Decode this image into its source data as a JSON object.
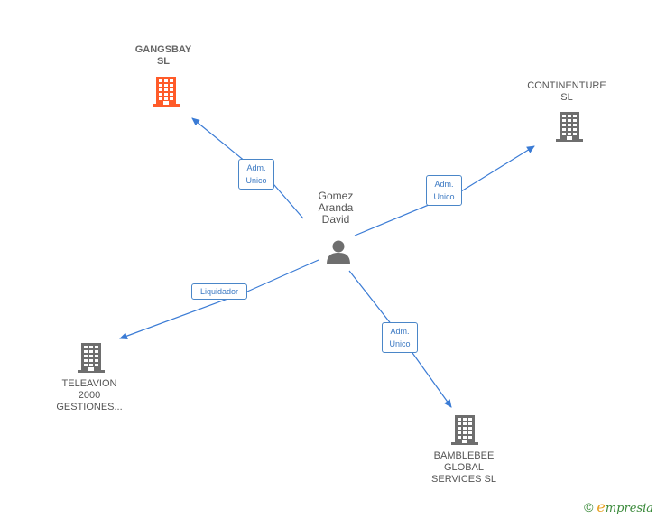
{
  "colors": {
    "edge": "#3a7bd5",
    "building_main": "#ff5b29",
    "building": "#6e6e6e",
    "person": "#6e6e6e"
  },
  "center": {
    "lines": [
      "Gomez",
      "Aranda",
      "David"
    ],
    "icon": "person-icon"
  },
  "companies": [
    {
      "id": "gangsbay",
      "lines": [
        "GANGSBAY",
        "SL"
      ],
      "icon": "building-icon",
      "main": true
    },
    {
      "id": "continenture",
      "lines": [
        "CONTINENTURE",
        "SL"
      ],
      "icon": "building-icon",
      "main": false
    },
    {
      "id": "teleavion",
      "lines": [
        "TELEAVION",
        "2000",
        "GESTIONES..."
      ],
      "icon": "building-icon",
      "main": false
    },
    {
      "id": "bamblebee",
      "lines": [
        "BAMBLEBEE",
        "GLOBAL",
        "SERVICES SL"
      ],
      "icon": "building-icon",
      "main": false
    }
  ],
  "edges": [
    {
      "to": "gangsbay",
      "label": [
        "Adm.",
        "Unico"
      ]
    },
    {
      "to": "continenture",
      "label": [
        "Adm.",
        "Unico"
      ]
    },
    {
      "to": "teleavion",
      "label": [
        "Liquidador"
      ]
    },
    {
      "to": "bamblebee",
      "label": [
        "Adm.",
        "Unico"
      ]
    }
  ],
  "brand": {
    "copyright": "©",
    "initial": "e",
    "rest": "mpresia"
  }
}
